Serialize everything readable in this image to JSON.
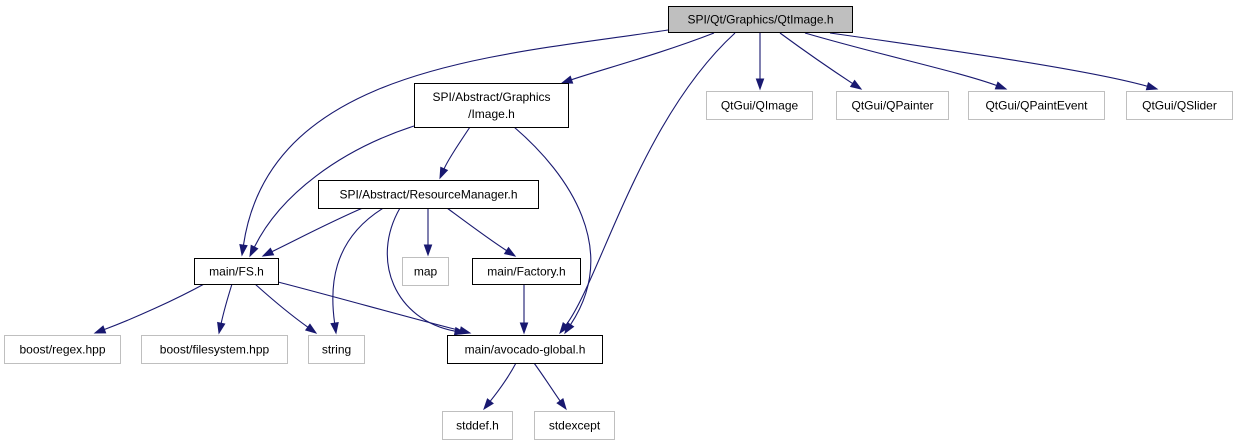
{
  "diagram": {
    "colors": {
      "edge": "#191970",
      "root_fill": "#bfbfbf",
      "node_border": "#000000",
      "external_border": "#bfbfbf",
      "text": "#000000"
    },
    "nodes": [
      {
        "id": "qtimage",
        "lines": [
          "SPI/Qt/Graphics/QtImage.h"
        ],
        "kind": "root"
      },
      {
        "id": "abs_image",
        "lines": [
          "SPI/Abstract/Graphics",
          "/Image.h"
        ],
        "kind": "local"
      },
      {
        "id": "qimage",
        "lines": [
          "QtGui/QImage"
        ],
        "kind": "external"
      },
      {
        "id": "qpainter",
        "lines": [
          "QtGui/QPainter"
        ],
        "kind": "external"
      },
      {
        "id": "qpaintevent",
        "lines": [
          "QtGui/QPaintEvent"
        ],
        "kind": "external"
      },
      {
        "id": "qslider",
        "lines": [
          "QtGui/QSlider"
        ],
        "kind": "external"
      },
      {
        "id": "resmgr",
        "lines": [
          "SPI/Abstract/ResourceManager.h"
        ],
        "kind": "local"
      },
      {
        "id": "fs",
        "lines": [
          "main/FS.h"
        ],
        "kind": "local"
      },
      {
        "id": "map",
        "lines": [
          "map"
        ],
        "kind": "external"
      },
      {
        "id": "factory",
        "lines": [
          "main/Factory.h"
        ],
        "kind": "local"
      },
      {
        "id": "regex",
        "lines": [
          "boost/regex.hpp"
        ],
        "kind": "external"
      },
      {
        "id": "filesystem",
        "lines": [
          "boost/filesystem.hpp"
        ],
        "kind": "external"
      },
      {
        "id": "string",
        "lines": [
          "string"
        ],
        "kind": "external"
      },
      {
        "id": "avoglobal",
        "lines": [
          "main/avocado-global.h"
        ],
        "kind": "local"
      },
      {
        "id": "stddef",
        "lines": [
          "stddef.h"
        ],
        "kind": "external"
      },
      {
        "id": "stdexcept",
        "lines": [
          "stdexcept"
        ],
        "kind": "external"
      }
    ],
    "edges": [
      {
        "from": "qtimage",
        "to": "fs"
      },
      {
        "from": "qtimage",
        "to": "abs_image"
      },
      {
        "from": "qtimage",
        "to": "avoglobal"
      },
      {
        "from": "qtimage",
        "to": "qimage"
      },
      {
        "from": "qtimage",
        "to": "qpainter"
      },
      {
        "from": "qtimage",
        "to": "qpaintevent"
      },
      {
        "from": "qtimage",
        "to": "qslider"
      },
      {
        "from": "abs_image",
        "to": "fs"
      },
      {
        "from": "abs_image",
        "to": "resmgr"
      },
      {
        "from": "abs_image",
        "to": "avoglobal"
      },
      {
        "from": "resmgr",
        "to": "fs"
      },
      {
        "from": "resmgr",
        "to": "string"
      },
      {
        "from": "resmgr",
        "to": "avoglobal"
      },
      {
        "from": "resmgr",
        "to": "map"
      },
      {
        "from": "resmgr",
        "to": "factory"
      },
      {
        "from": "fs",
        "to": "regex"
      },
      {
        "from": "fs",
        "to": "filesystem"
      },
      {
        "from": "fs",
        "to": "string"
      },
      {
        "from": "fs",
        "to": "avoglobal"
      },
      {
        "from": "factory",
        "to": "avoglobal"
      },
      {
        "from": "avoglobal",
        "to": "stddef"
      },
      {
        "from": "avoglobal",
        "to": "stdexcept"
      }
    ]
  }
}
